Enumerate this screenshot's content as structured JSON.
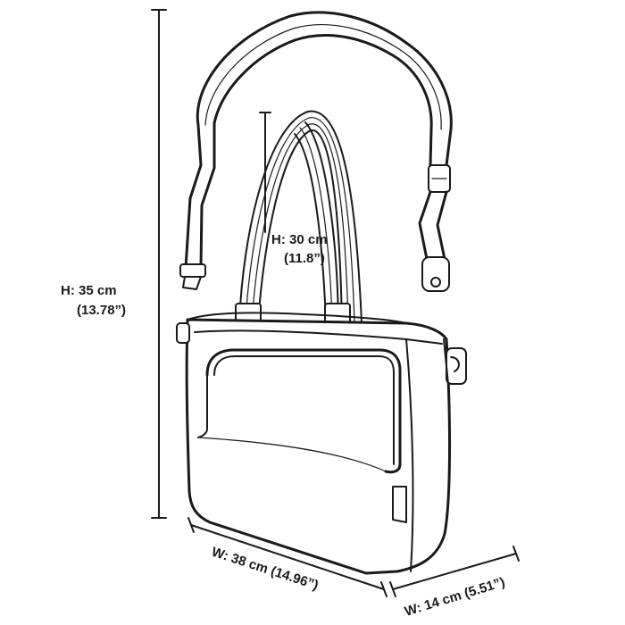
{
  "dimensions": {
    "total_height": {
      "metric": "H: 35 cm",
      "imperial": "(13.78”)"
    },
    "handle_height": {
      "metric": "H: 30 cm",
      "imperial": "(11.8”)"
    },
    "width": {
      "label": "W: 38 cm (14.96”)"
    },
    "depth": {
      "label": "W: 14 cm (5.51”)"
    }
  },
  "colors": {
    "ink": "#1a1a1a",
    "background": "#ffffff"
  }
}
